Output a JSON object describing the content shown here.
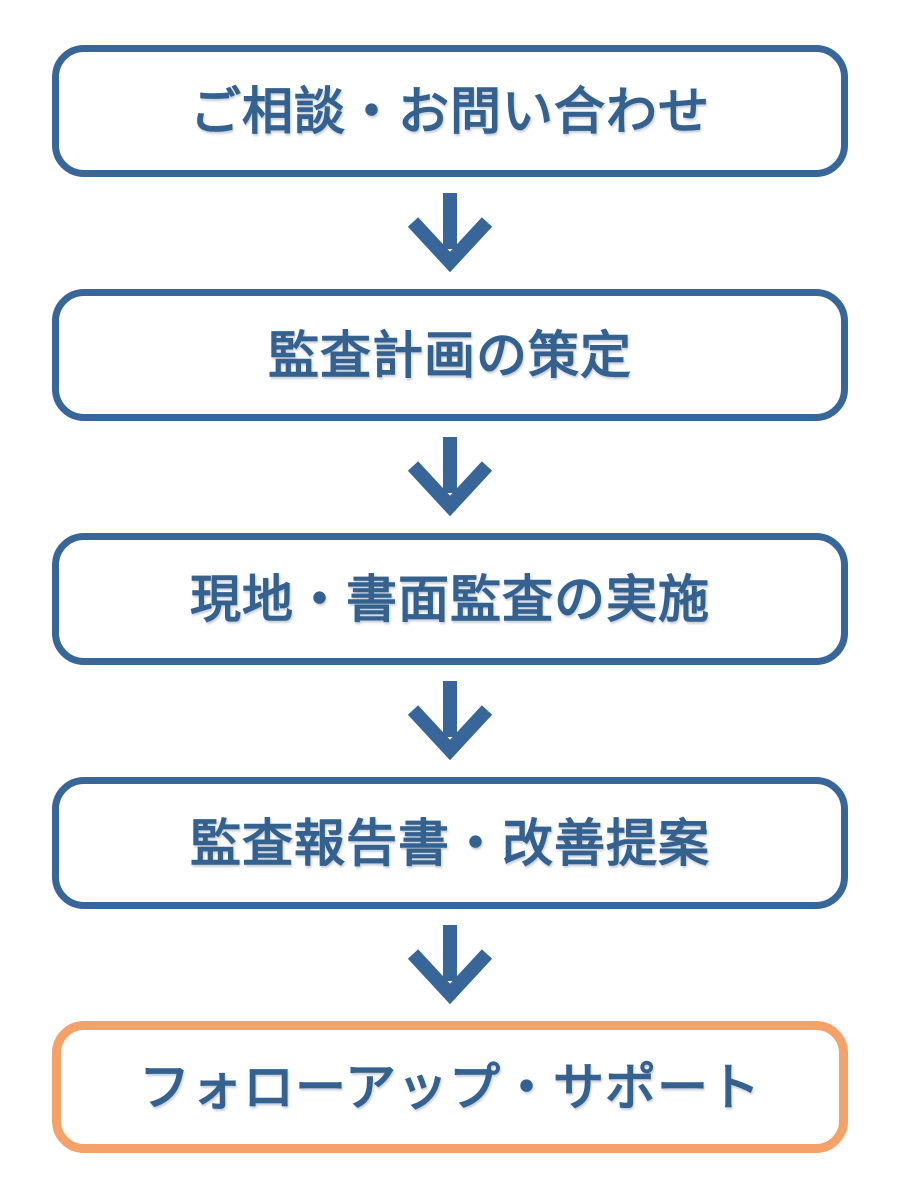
{
  "diagram": {
    "type": "vertical-flowchart",
    "steps": [
      {
        "label": "ご相談・お問い合わせ",
        "highlight": false
      },
      {
        "label": "監査計画の策定",
        "highlight": false
      },
      {
        "label": "現地・書面監査の実施",
        "highlight": false
      },
      {
        "label": "監査報告書・改善提案",
        "highlight": false
      },
      {
        "label": "フォローアップ・サポート",
        "highlight": true
      }
    ],
    "connector": "down-arrow",
    "colors": {
      "box_border_blue": "#386699",
      "box_border_highlight_orange": "#F4A269",
      "text_blue": "#35618F",
      "arrow_blue": "#386699",
      "background": "#FFFFFF"
    }
  }
}
